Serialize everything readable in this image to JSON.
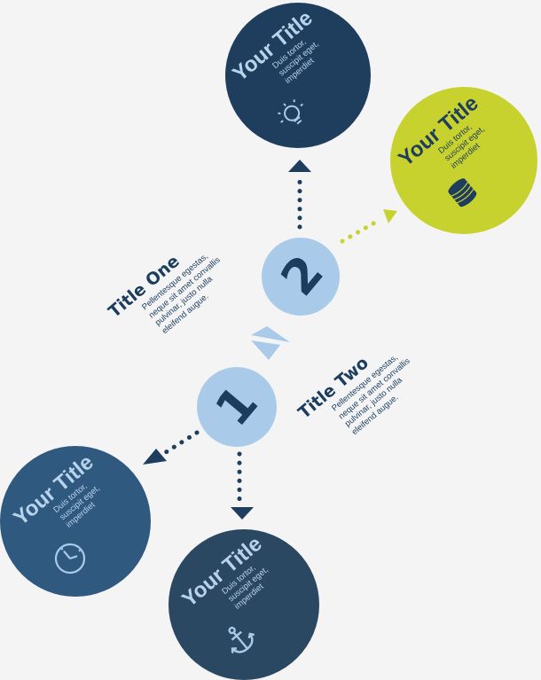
{
  "steps": [
    {
      "number": "1",
      "title": "Title One",
      "description": "Pellentesque egestas,\nneque sit amet convallis\npulvinar, justo nulla\neleifend augue."
    },
    {
      "number": "2",
      "title": "Title Two",
      "description": "Pellentesque egestas,\nneque sit amet convallis\npulvinar, justo nulla\neleifend augue."
    }
  ],
  "nodes": [
    {
      "title": "Your Title",
      "description": "Duis tortor,\nsuscipit eget,\nimperdiet",
      "icon": "lightbulb-icon",
      "color": "#1f3d5c"
    },
    {
      "title": "Your Title",
      "description": "Duis tortor,\nsuscipit eget,\nimperdiet",
      "icon": "coin-stack-icon",
      "color": "#c8d22f"
    },
    {
      "title": "Your Title",
      "description": "Duis tortor,\nsuscipit eget,\nimperdiet",
      "icon": "clock-icon",
      "color": "#30597f"
    },
    {
      "title": "Your Title",
      "description": "Duis tortor,\nsuscipit eget,\nimperdiet",
      "icon": "anchor-icon",
      "color": "#2b4863"
    }
  ],
  "colors": {
    "background": "#f4f4f5",
    "step_circle": "#a9cbe9",
    "dark_text": "#1c3e5e",
    "light_text": "#b8d3ec",
    "green_text": "#1f3d5c",
    "dotted_dark": "#1f3d5c",
    "dotted_green": "#c8d22f"
  }
}
